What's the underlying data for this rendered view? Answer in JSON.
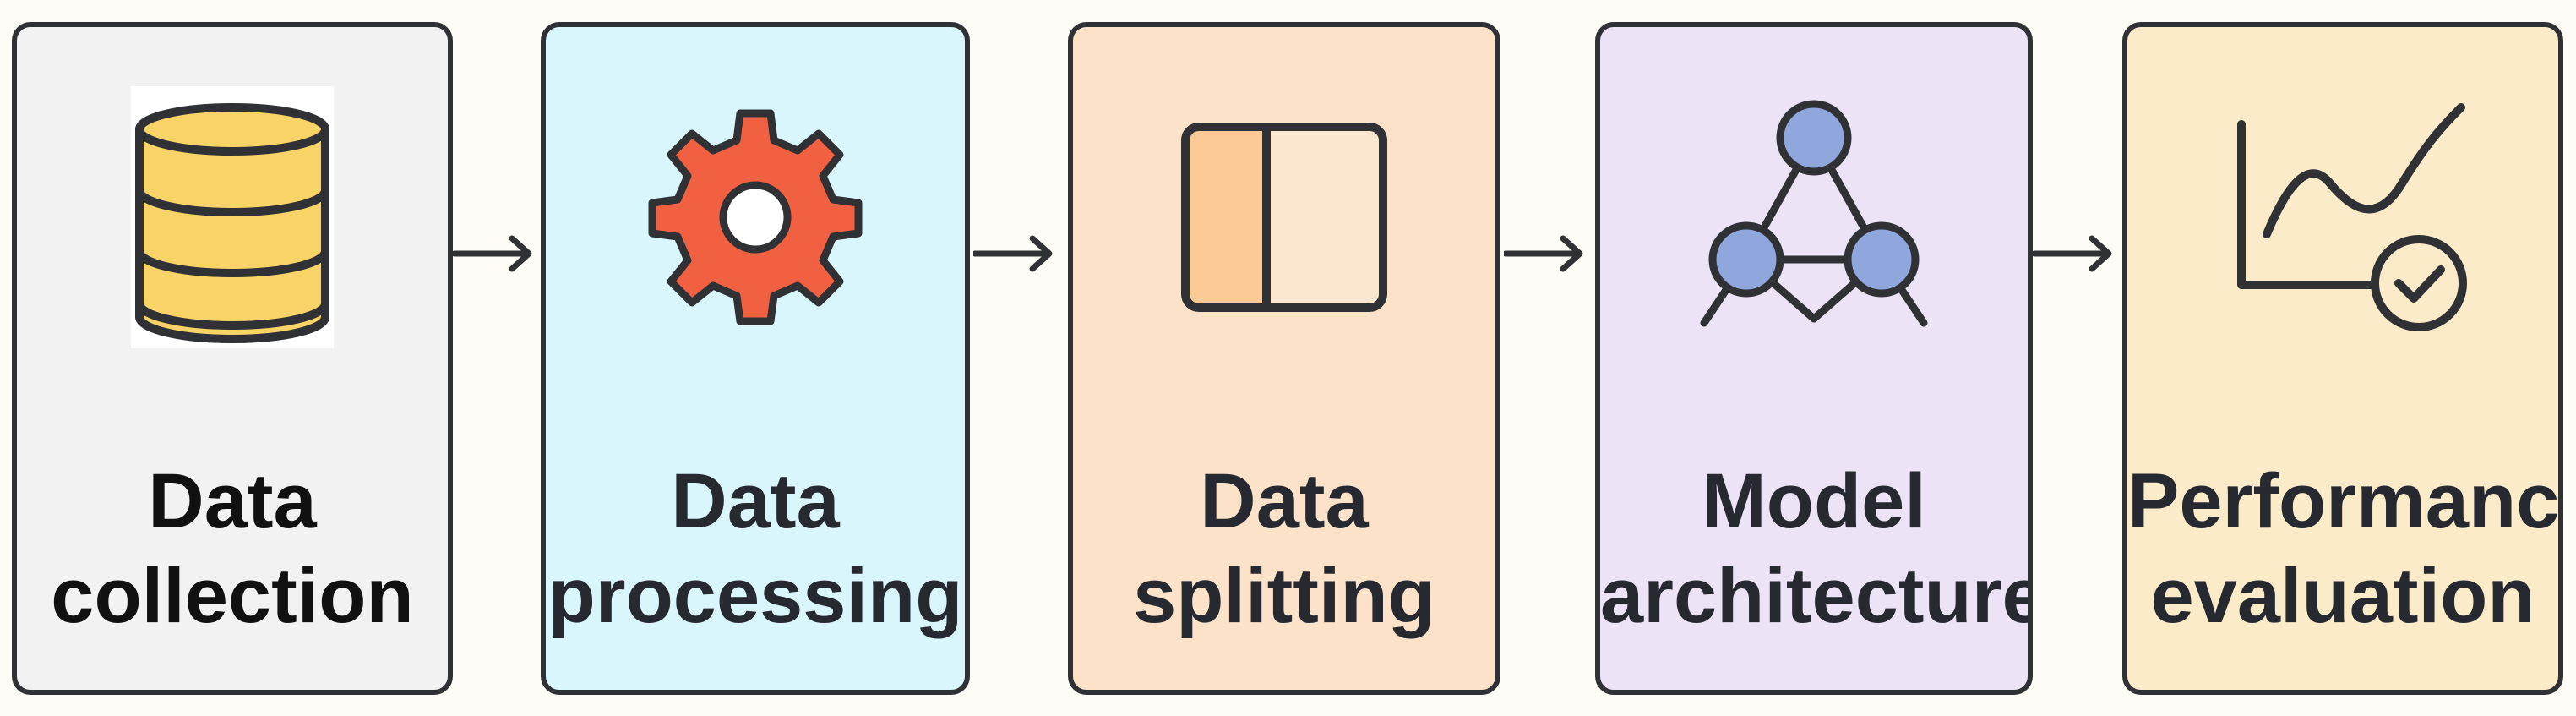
{
  "pipeline": {
    "steps": [
      {
        "id": "data-collection",
        "label_line1": "Data",
        "label_line2": "collection",
        "icon": "database-icon",
        "fill": "#f2f2f2"
      },
      {
        "id": "data-processing",
        "label_line1": "Data",
        "label_line2": "processing",
        "icon": "gear-icon",
        "fill": "#d9f6fc"
      },
      {
        "id": "data-splitting",
        "label_line1": "Data",
        "label_line2": "splitting",
        "icon": "split-panel-icon",
        "fill": "#fbe2c9"
      },
      {
        "id": "model-architecture",
        "label_line1": "Model",
        "label_line2": "architecture",
        "icon": "network-graph-icon",
        "fill": "#ede3f7"
      },
      {
        "id": "performance-evaluation",
        "label_line1": "Performance",
        "label_line2": "evaluation",
        "icon": "chart-check-icon",
        "fill": "#fcebc9"
      }
    ],
    "colors": {
      "outline": "#2f3134",
      "database": "#f8d368",
      "gear": "#f16141",
      "split_left": "#fcca95",
      "split_right": "#fde6cf",
      "node": "#8fa7dc"
    }
  }
}
